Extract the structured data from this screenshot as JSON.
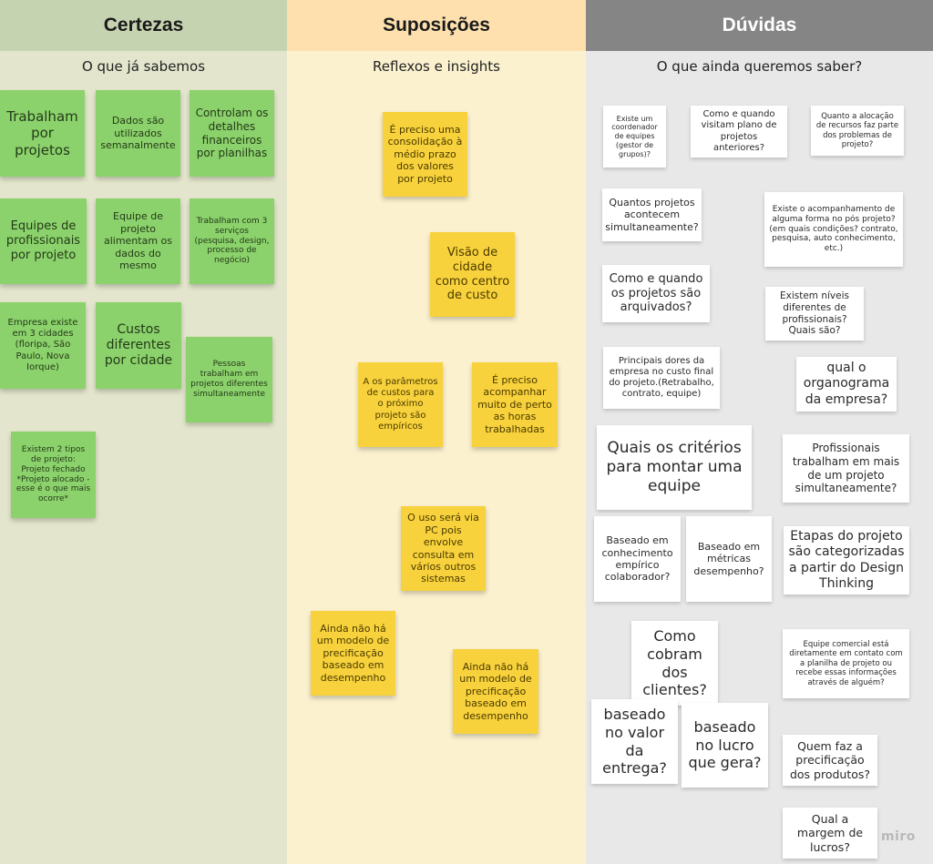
{
  "columns": {
    "certezas": {
      "title": "Certezas",
      "subtitle": "O que já sabemos"
    },
    "suposicoes": {
      "title": "Suposições",
      "subtitle": "Reflexos e insights"
    },
    "duvidas": {
      "title": "Dúvidas",
      "subtitle": "O que ainda queremos saber?"
    }
  },
  "colors": {
    "green_note": "#8cd26c",
    "yellow_note": "#f8d23c",
    "white_note": "#ffffff",
    "certezas_header": "#c6d3b1",
    "suposicoes_header": "#fde0ae",
    "duvidas_header": "#858585"
  },
  "certezas_notes": [
    "Trabalham por projetos",
    "Dados são utilizados semanalmente",
    "Controlam os detalhes financeiros por planilhas",
    "Equipes de profissionais por projeto",
    "Equipe de projeto alimentam os dados do mesmo",
    "Trabalham com 3 serviços (pesquisa, design, processo de negócio)",
    "Empresa existe em 3 cidades (floripa, São Paulo, Nova Iorque)",
    "Custos diferentes por cidade",
    "Pessoas trabalham em projetos diferentes simultaneamente",
    "Existem 2 tipos de projeto: Projeto fechado *Projeto alocado - esse é o que mais ocorre*"
  ],
  "suposicoes_notes": [
    "É preciso uma consolidação à médio prazo dos valores por projeto",
    "Visão de cidade como centro de custo",
    "A os parâmetros de custos para o próximo projeto são empíricos",
    "É preciso acompanhar muito de perto as horas trabalhadas",
    "O uso será via PC pois envolve consulta em vários outros sistemas",
    "Ainda não há um modelo de precificação baseado em desempenho",
    "Ainda não há um modelo de precificação baseado em desempenho"
  ],
  "duvidas_notes": [
    "Existe um coordenador de equipes (gestor de grupos)?",
    "Como e quando visitam plano de projetos anteriores?",
    "Quanto a alocação de recursos faz parte dos problemas de projeto?",
    "Quantos projetos acontecem simultaneamente?",
    "Existe o acompanhamento de alguma forma no pós projeto?(em quais condições? contrato, pesquisa, auto conhecimento, etc.)",
    "Como e quando os projetos são arquivados?",
    "Existem níveis diferentes de profissionais? Quais são?",
    "Principais dores da empresa no custo final do projeto.(Retrabalho, contrato, equipe)",
    "qual o organograma da empresa?",
    "Quais os critérios para montar uma equipe",
    "Profissionais trabalham em mais de um projeto simultaneamente?",
    "Baseado em conhecimento empírico colaborador?",
    "Baseado em métricas desempenho?",
    "Etapas do projeto são categorizadas a partir do Design Thinking",
    "Como cobram dos clientes?",
    "Equipe comercial está diretamente em contato com a planilha de projeto ou recebe essas informações através de alguém?",
    "baseado no valor da entrega?",
    "baseado no lucro que gera?",
    "Quem faz a precificação dos produtos?",
    "Qual a margem de lucros?"
  ],
  "logo": "miro"
}
